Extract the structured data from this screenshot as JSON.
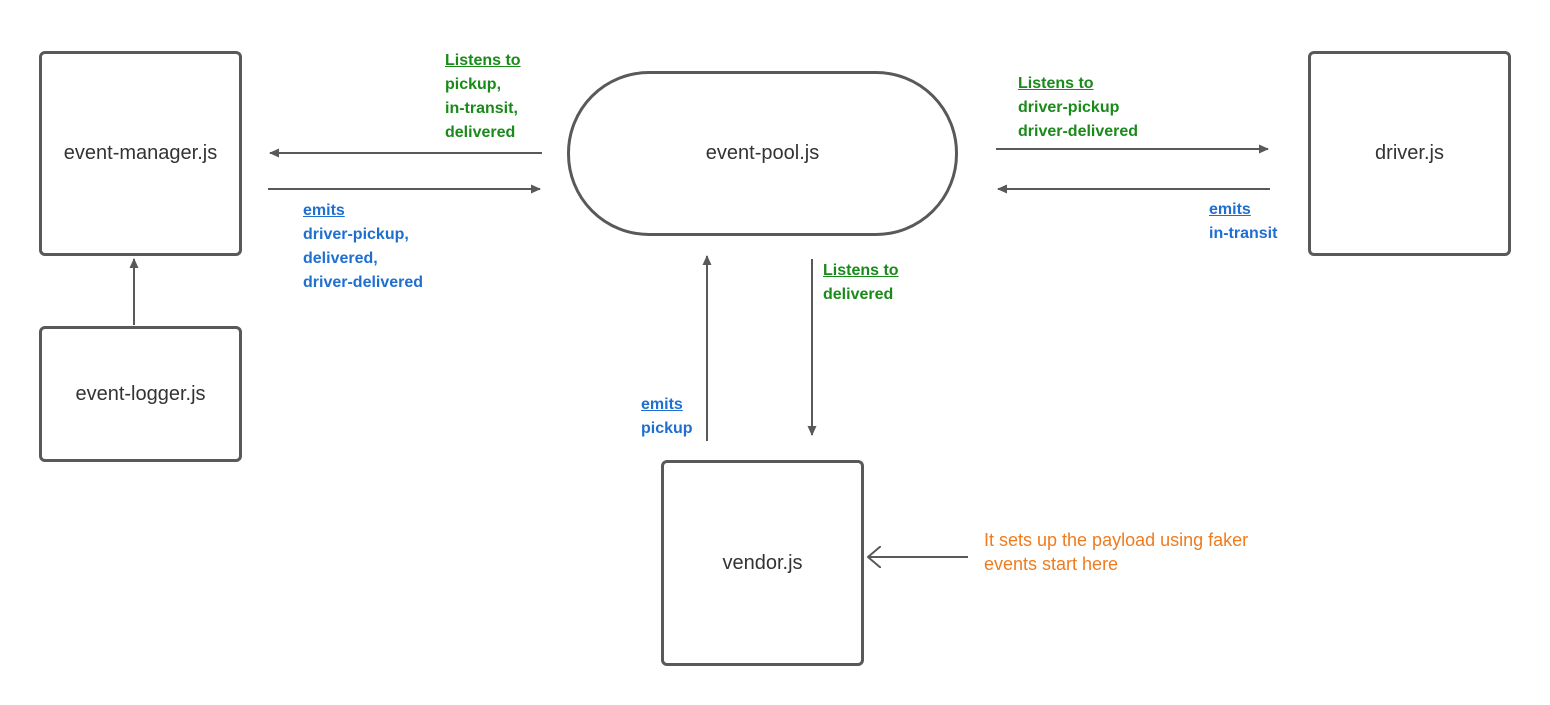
{
  "colors": {
    "listen": "#1a8a1a",
    "emit": "#1f6fd1",
    "note": "#f07b1d",
    "border": "#595959",
    "arrow": "#595959"
  },
  "nodes": {
    "event_manager": "event-manager.js",
    "event_pool": "event-pool.js",
    "driver": "driver.js",
    "event_logger": "event-logger.js",
    "vendor": "vendor.js"
  },
  "labels": {
    "manager_listens": {
      "head": "Listens to",
      "lines": [
        "pickup,",
        "in-transit,",
        "delivered"
      ]
    },
    "manager_emits": {
      "head": "emits",
      "lines": [
        "driver-pickup,",
        "delivered,",
        "driver-delivered"
      ]
    },
    "driver_listens": {
      "head": "Listens to",
      "lines": [
        "driver-pickup",
        "driver-delivered"
      ]
    },
    "driver_emits": {
      "head": "emits",
      "lines": [
        "in-transit"
      ]
    },
    "vendor_listens": {
      "head": "Listens to",
      "lines": [
        "delivered"
      ]
    },
    "vendor_emits": {
      "head": "emits",
      "lines": [
        "pickup"
      ]
    }
  },
  "note": {
    "lines": [
      "It sets up the payload using faker",
      "events start here"
    ]
  },
  "icons": {
    "arrowhead": "arrowhead-icon"
  }
}
